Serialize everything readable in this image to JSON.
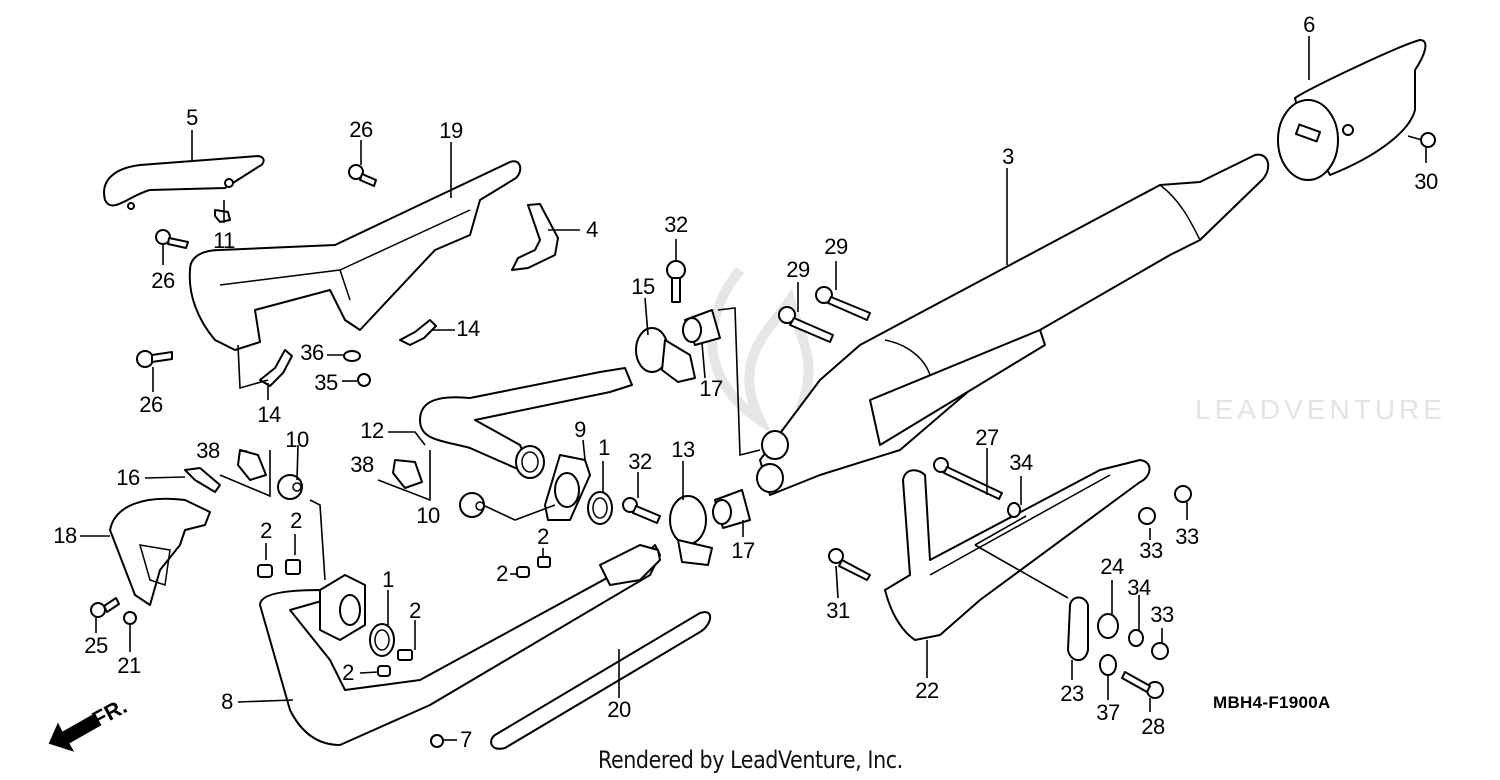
{
  "diagram": {
    "title_code": "MBH4-F1900A",
    "credit": "Rendered by LeadVenture, Inc.",
    "watermark": "LEADVENTURE",
    "direction_marker": "FR.",
    "callouts": [
      {
        "id": "c5",
        "label": "5"
      },
      {
        "id": "c26a",
        "label": "26"
      },
      {
        "id": "c19",
        "label": "19"
      },
      {
        "id": "c11",
        "label": "11"
      },
      {
        "id": "c26b",
        "label": "26"
      },
      {
        "id": "c4",
        "label": "4"
      },
      {
        "id": "c26c",
        "label": "26"
      },
      {
        "id": "c14a",
        "label": "14"
      },
      {
        "id": "c36",
        "label": "36"
      },
      {
        "id": "c35",
        "label": "35"
      },
      {
        "id": "c14b",
        "label": "14"
      },
      {
        "id": "c32a",
        "label": "32"
      },
      {
        "id": "c15",
        "label": "15"
      },
      {
        "id": "c17a",
        "label": "17"
      },
      {
        "id": "c29a",
        "label": "29"
      },
      {
        "id": "c29b",
        "label": "29"
      },
      {
        "id": "c3",
        "label": "3"
      },
      {
        "id": "c6",
        "label": "6"
      },
      {
        "id": "c30",
        "label": "30"
      },
      {
        "id": "c12",
        "label": "12"
      },
      {
        "id": "c38a",
        "label": "38"
      },
      {
        "id": "c10a",
        "label": "10"
      },
      {
        "id": "c16",
        "label": "16"
      },
      {
        "id": "c38b",
        "label": "38"
      },
      {
        "id": "c10b",
        "label": "10"
      },
      {
        "id": "c9",
        "label": "9"
      },
      {
        "id": "c1a",
        "label": "1"
      },
      {
        "id": "c32b",
        "label": "32"
      },
      {
        "id": "c13",
        "label": "13"
      },
      {
        "id": "c17b",
        "label": "17"
      },
      {
        "id": "c18",
        "label": "18"
      },
      {
        "id": "c2a",
        "label": "2"
      },
      {
        "id": "c2b",
        "label": "2"
      },
      {
        "id": "c2c",
        "label": "2"
      },
      {
        "id": "c2d",
        "label": "2"
      },
      {
        "id": "c1b",
        "label": "1"
      },
      {
        "id": "c2e",
        "label": "2"
      },
      {
        "id": "c2f",
        "label": "2"
      },
      {
        "id": "c25",
        "label": "25"
      },
      {
        "id": "c21",
        "label": "21"
      },
      {
        "id": "c8",
        "label": "8"
      },
      {
        "id": "c7",
        "label": "7"
      },
      {
        "id": "c20",
        "label": "20"
      },
      {
        "id": "c27",
        "label": "27"
      },
      {
        "id": "c34a",
        "label": "34"
      },
      {
        "id": "c33a",
        "label": "33"
      },
      {
        "id": "c33b",
        "label": "33"
      },
      {
        "id": "c31",
        "label": "31"
      },
      {
        "id": "c24",
        "label": "24"
      },
      {
        "id": "c34b",
        "label": "34"
      },
      {
        "id": "c33c",
        "label": "33"
      },
      {
        "id": "c22",
        "label": "22"
      },
      {
        "id": "c23",
        "label": "23"
      },
      {
        "id": "c37",
        "label": "37"
      },
      {
        "id": "c28",
        "label": "28"
      }
    ]
  }
}
